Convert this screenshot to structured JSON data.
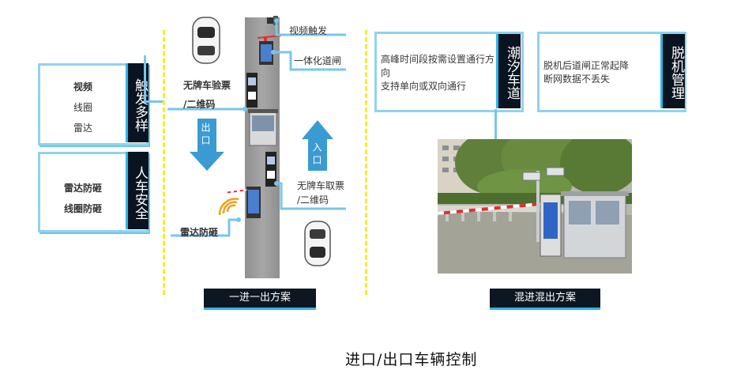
{
  "left_cards": {
    "trigger": {
      "tab": "触发多样",
      "items": [
        "视频",
        "线圈",
        "雷达"
      ]
    },
    "safety": {
      "tab": "人车安全",
      "items": [
        "雷达防砸",
        "线圈防砸"
      ]
    }
  },
  "lane": {
    "labels": {
      "video_trigger": "视频触发",
      "integrated_gate": "一体化道闸",
      "no_plate_check": "无牌车验票\n/二维码",
      "no_plate_take": "无牌车取票\n/二维码",
      "radar_anti": "雷达防砸"
    },
    "exit_arrow": "出口",
    "entry_arrow": "入口",
    "caption": "一进一出方案"
  },
  "right_cards": {
    "tide": {
      "tab": "潮汐车道",
      "text": "高峰时间段按需设置通行方向\n支持单向或双向通行"
    },
    "offline": {
      "tab": "脱机管理",
      "text": "脱机后道闸正常起降\n断网数据不丢失"
    }
  },
  "photo": {
    "caption": "混进混出方案"
  },
  "footer": {
    "title": "进口/出口车辆控制"
  },
  "colors": {
    "accent": "#2fb4e8",
    "connector": "#79c6ea",
    "dash": "#f2ee2a",
    "tab_bg": "#0a1320",
    "arrow": "#3a9bd3"
  }
}
